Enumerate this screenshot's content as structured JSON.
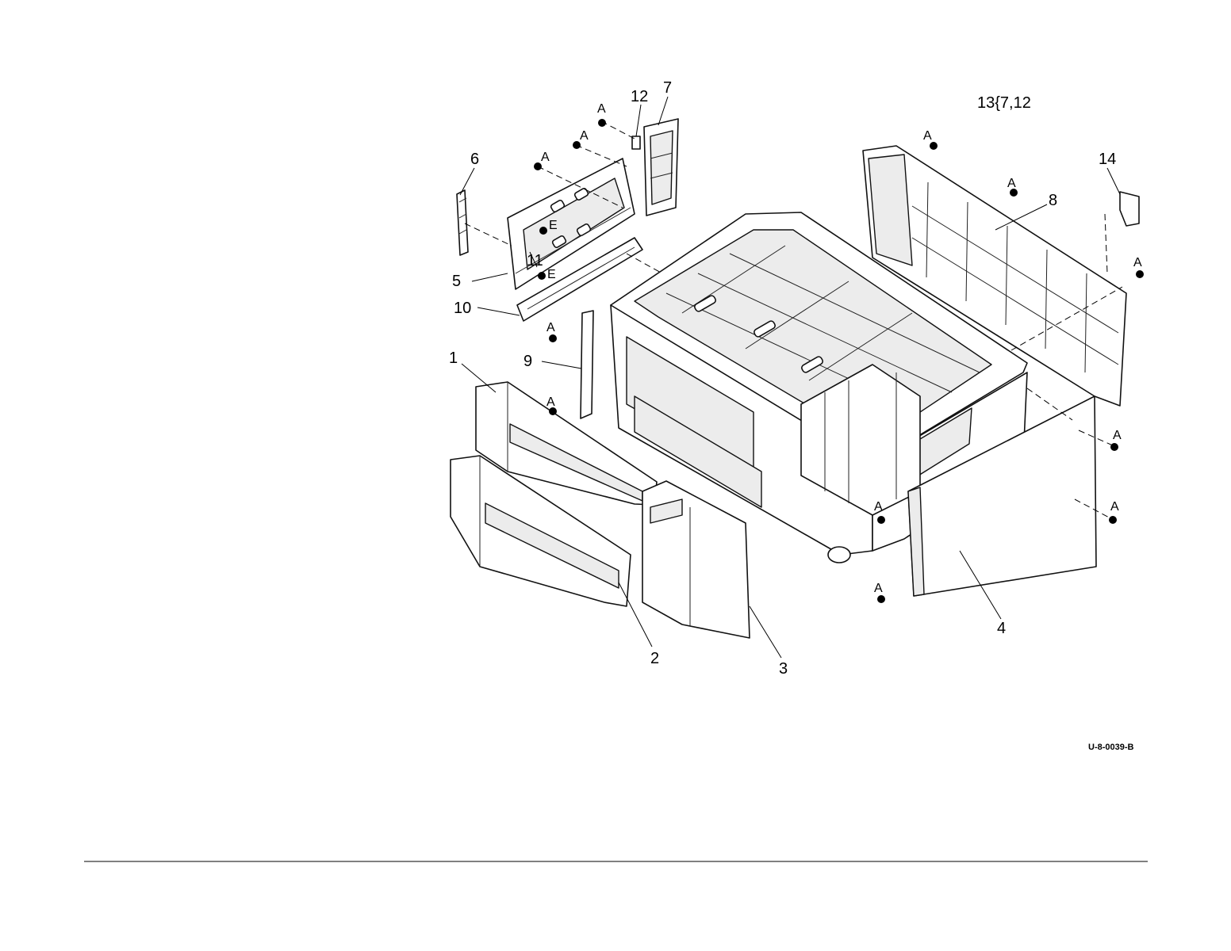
{
  "callouts": {
    "c1": "1",
    "c2": "2",
    "c3": "3",
    "c4": "4",
    "c5": "5",
    "c6": "6",
    "c7": "7",
    "c8": "8",
    "c9": "9",
    "c10": "10",
    "c11": "11",
    "c12": "12",
    "c13": "13{7,12",
    "c14": "14"
  },
  "screw_label": "A",
  "e_ring_label": "E",
  "figure_id": "U-8-0039-B"
}
